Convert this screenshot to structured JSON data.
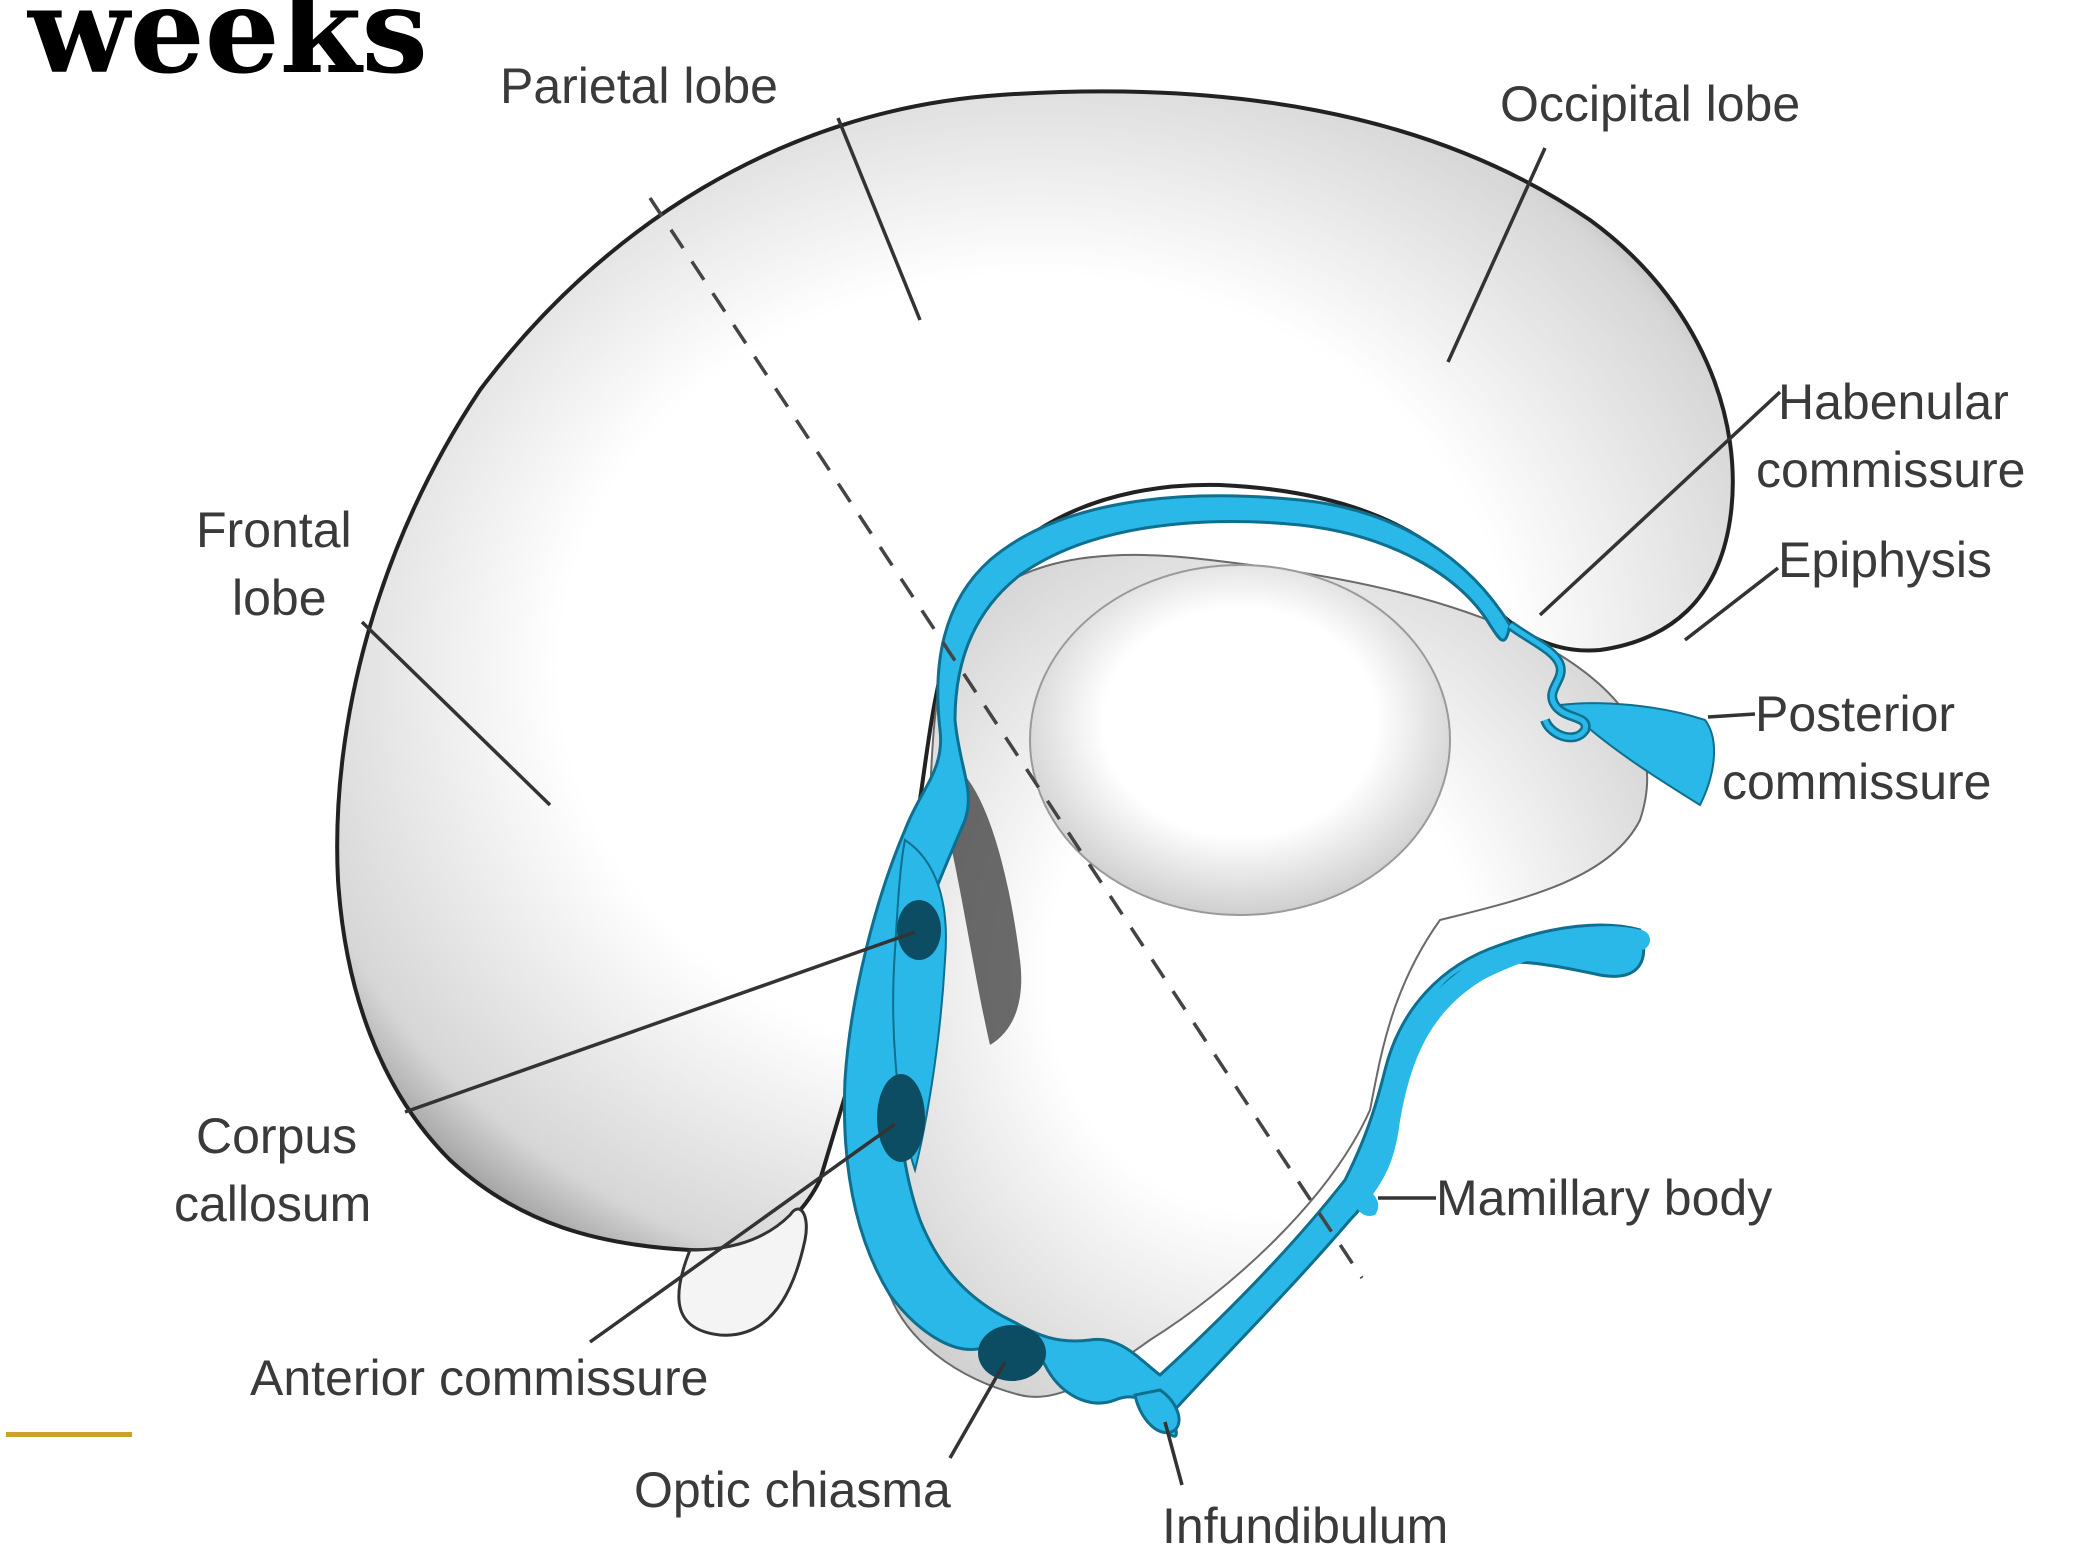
{
  "slide": {
    "title": "weeks",
    "accent_color": "#c9a227"
  },
  "diagram": {
    "colors": {
      "ventricle_fill": "#29b8e8",
      "commissure_fill": "#0c4d63",
      "outline": "#222222",
      "leader_line": "#333333",
      "label_text": "#3a3a3a"
    },
    "labels": {
      "parietal_lobe": "Parietal lobe",
      "occipital_lobe": "Occipital lobe",
      "habenular_commissure_1": "Habenular",
      "habenular_commissure_2": "commissure",
      "epiphysis": "Epiphysis",
      "posterior_commissure_1": "Posterior",
      "posterior_commissure_2": "commissure",
      "frontal_lobe_1": "Frontal",
      "frontal_lobe_2": "lobe",
      "corpus_callosum_1": "Corpus",
      "corpus_callosum_2": "callosum",
      "mamillary_body": "Mamillary body",
      "anterior_commissure": "Anterior commissure",
      "optic_chiasma": "Optic chiasma",
      "infundibulum": "Infundibulum"
    }
  }
}
